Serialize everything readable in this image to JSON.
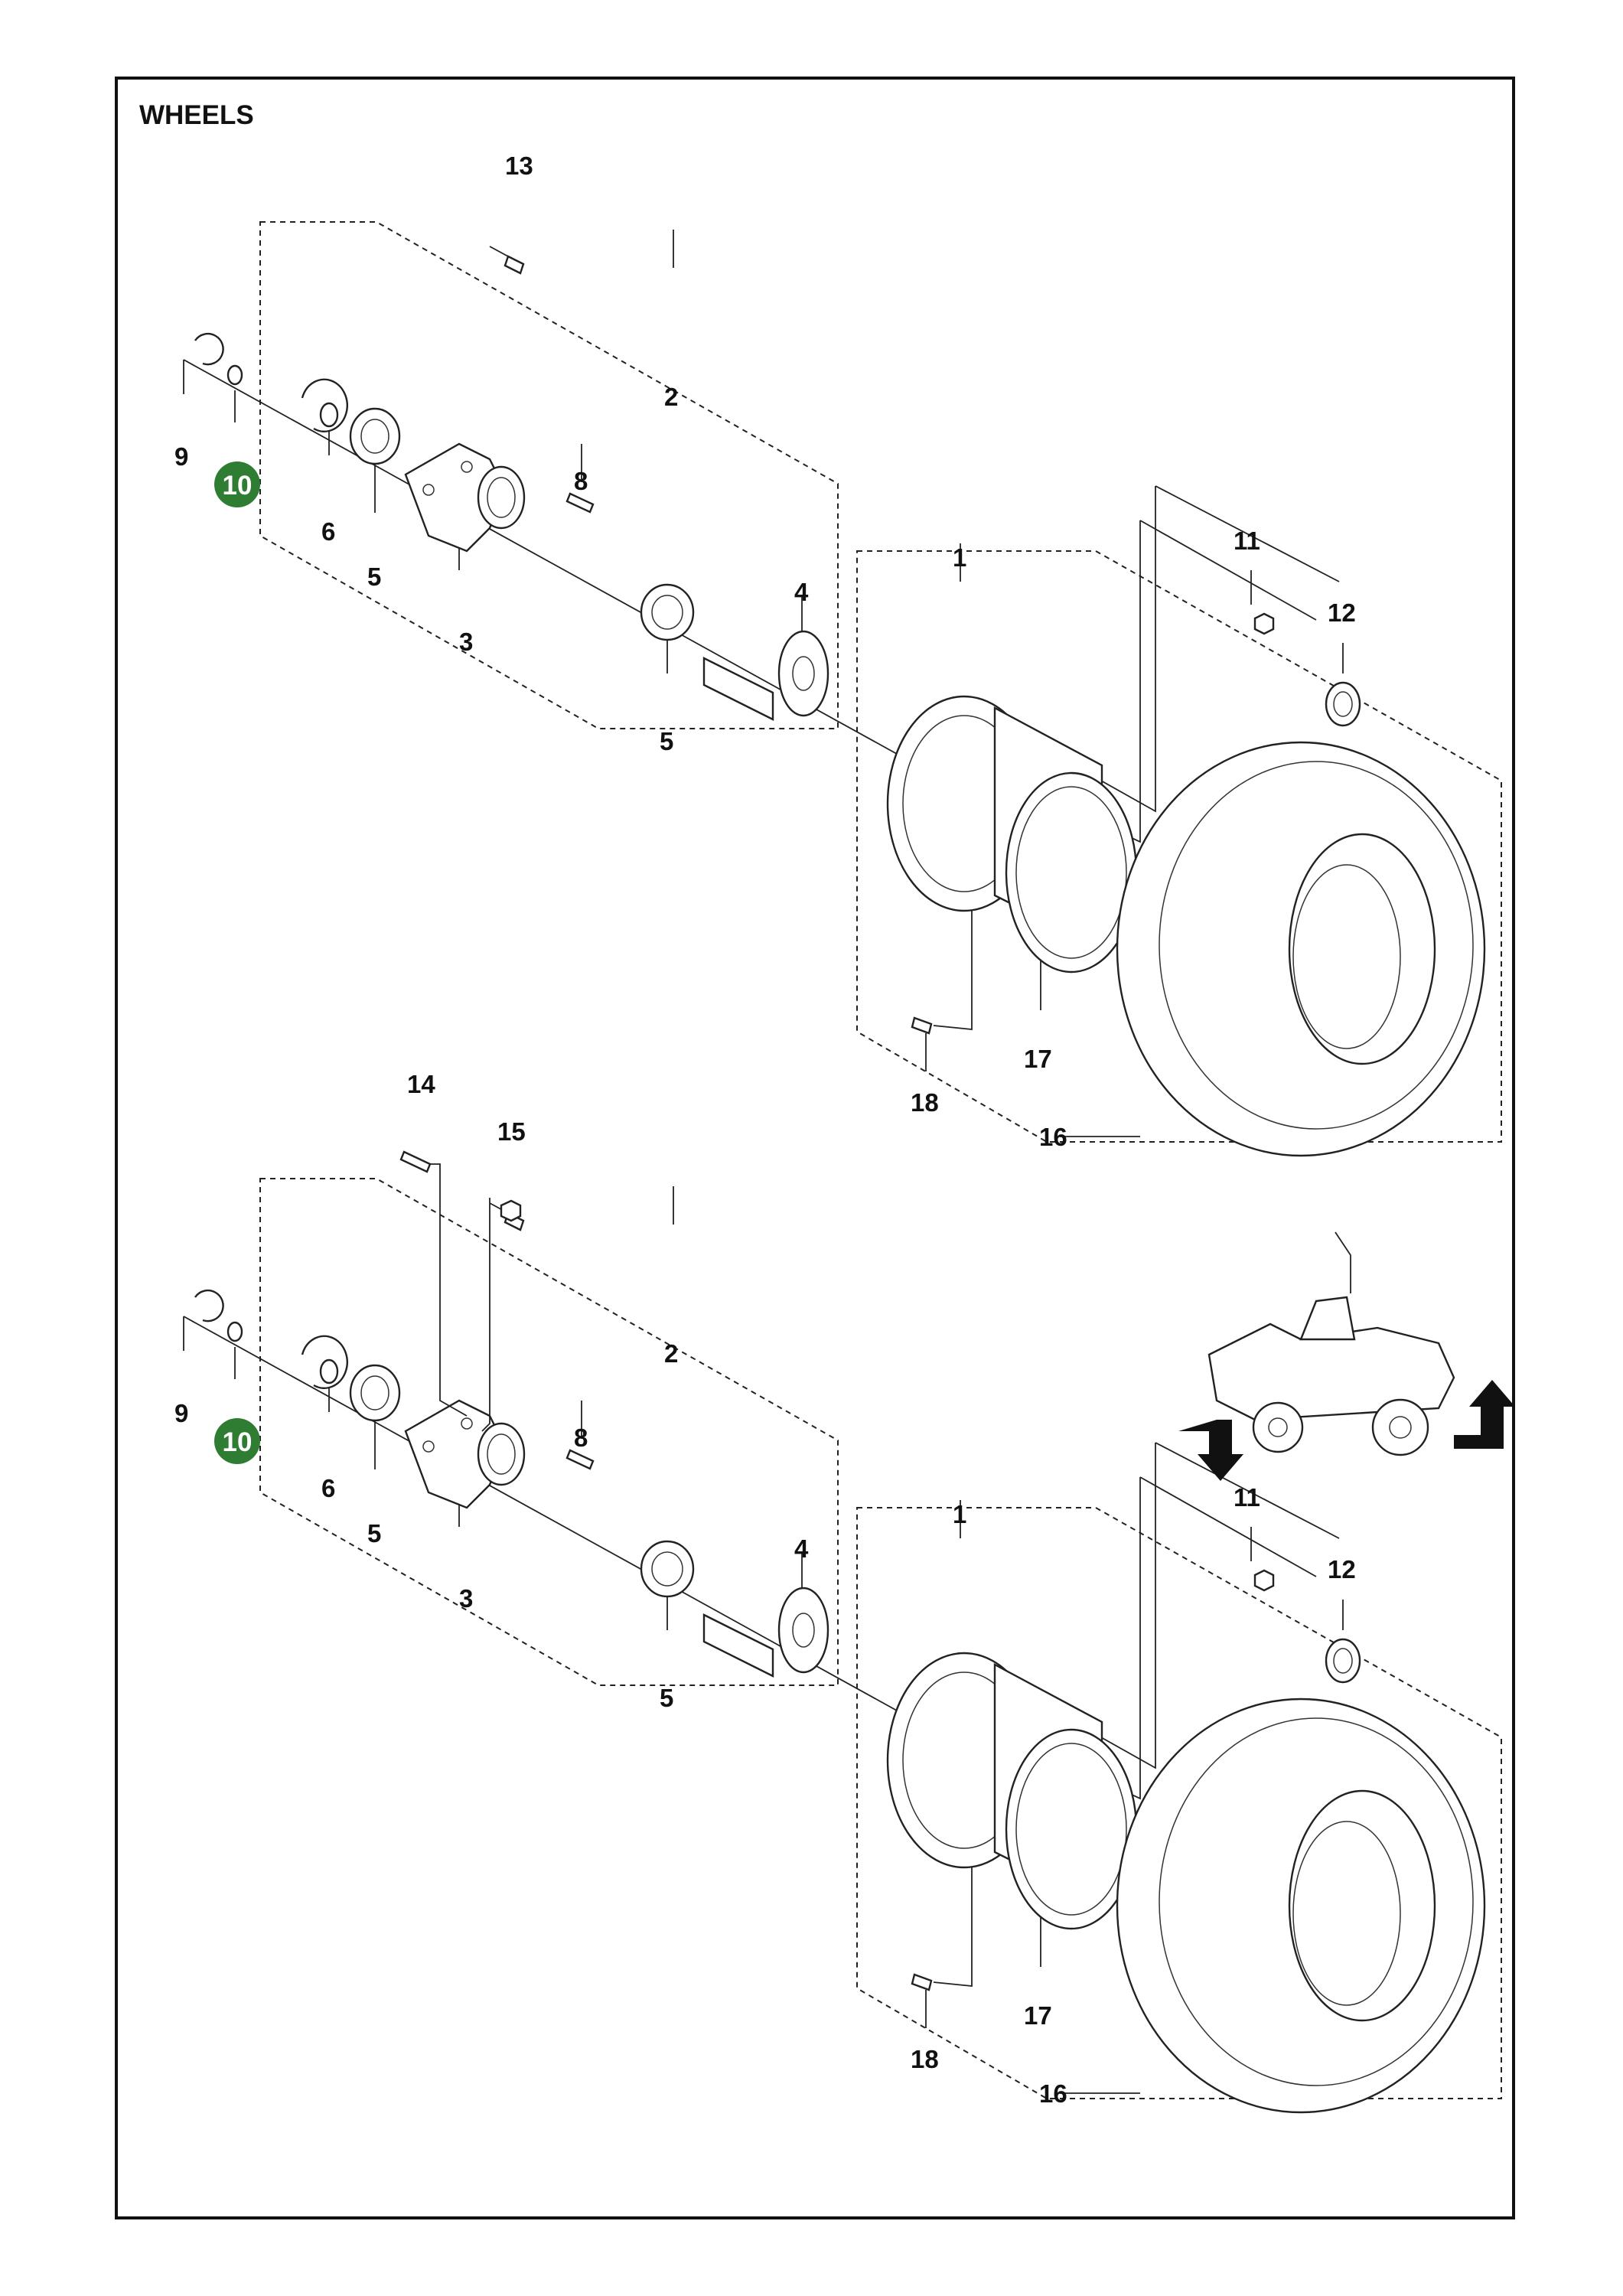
{
  "title": "WHEELS",
  "highlight_color": "#2e7d32",
  "upper": {
    "labels": {
      "p1": "1",
      "p2": "2",
      "p3": "3",
      "p4": "4",
      "p5a": "5",
      "p5b": "5",
      "p6": "6",
      "p8": "8",
      "p9": "9",
      "p10": "10",
      "p11": "11",
      "p12": "12",
      "p13": "13",
      "p16": "16",
      "p17": "17",
      "p18": "18"
    }
  },
  "lower": {
    "labels": {
      "p1": "1",
      "p2": "2",
      "p3": "3",
      "p4": "4",
      "p5a": "5",
      "p5b": "5",
      "p6": "6",
      "p8": "8",
      "p9": "9",
      "p10": "10",
      "p11": "11",
      "p12": "12",
      "p14": "14",
      "p15": "15",
      "p16": "16",
      "p17": "17",
      "p18": "18"
    }
  }
}
